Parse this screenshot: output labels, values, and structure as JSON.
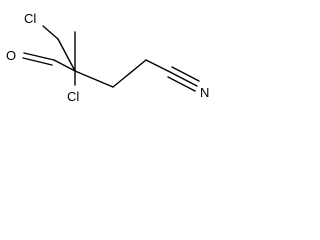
{
  "molecule": {
    "atoms": {
      "cl_top": "Cl",
      "cl_mid": "Cl",
      "oxygen": "O",
      "nitrogen": "N"
    },
    "bond_color": "#000000"
  }
}
